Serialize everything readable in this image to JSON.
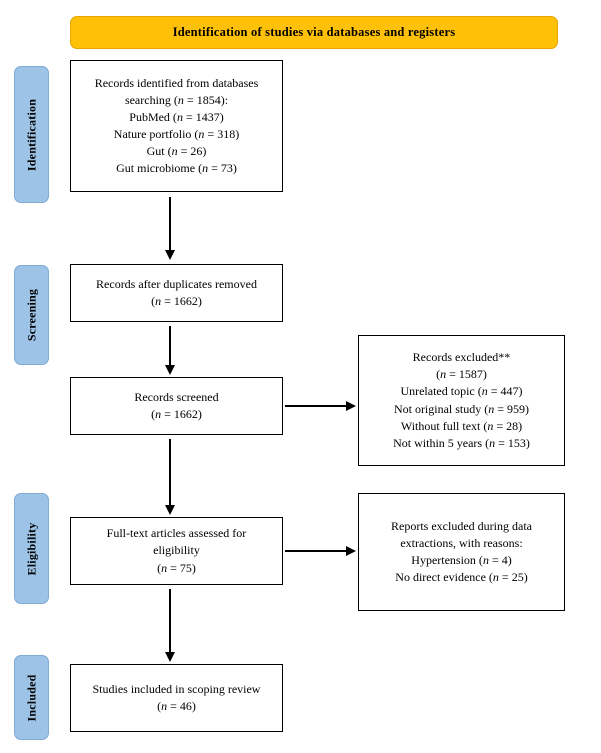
{
  "diagram": {
    "title": "Identification of studies via databases and registers",
    "type": "prisma-flow-diagram",
    "colors": {
      "banner_fill": "#FFC107",
      "banner_border": "#E8A400",
      "stage_fill": "#9DC3E6",
      "stage_border": "#7FABD4",
      "box_border": "#000000",
      "page_background": "#FFFFFF",
      "text": "#000000"
    }
  },
  "stages": [
    {
      "label": "Identification"
    },
    {
      "label": "Screening"
    },
    {
      "label": "Eligibility"
    },
    {
      "label": "Included"
    }
  ],
  "boxes": {
    "records_identified": {
      "text": "Records identified from databases\nsearching (n = 1854):\nPubMed (n = 1437)\nNature portfolio (n = 318)\nGut (n = 26)\nGut microbiome (n = 73)"
    },
    "duplicates_removed": {
      "text": "Records after duplicates removed\n(n = 1662)"
    },
    "records_screened": {
      "text": "Records screened\n(n = 1662)"
    },
    "records_excluded": {
      "text": "Records excluded**\n(n = 1587)\nUnrelated topic (n = 447)\nNot original study (n = 959)\nWithout full text (n = 28)\nNot within 5 years (n = 153)"
    },
    "fulltext_assessed": {
      "text": "Full-text articles assessed for\neligibility\n(n = 75)"
    },
    "reports_excluded": {
      "text": "Reports excluded during data\nextractions, with reasons:\nHypertension (n = 4)\nNo direct evidence (n = 25)"
    },
    "studies_included": {
      "text": "Studies included in scoping review\n(n = 46)"
    }
  },
  "chart_data": {
    "type": "diagram",
    "title": "Identification of studies via databases and registers",
    "nodes": [
      {
        "id": "records_identified",
        "stage": "Identification",
        "label": "Records identified from databases searching",
        "n": 1854,
        "breakdown": [
          {
            "source": "PubMed",
            "n": 1437
          },
          {
            "source": "Nature portfolio",
            "n": 318
          },
          {
            "source": "Gut",
            "n": 26
          },
          {
            "source": "Gut microbiome",
            "n": 73
          }
        ]
      },
      {
        "id": "duplicates_removed",
        "stage": "Screening",
        "label": "Records after duplicates removed",
        "n": 1662
      },
      {
        "id": "records_screened",
        "stage": "Screening",
        "label": "Records screened",
        "n": 1662
      },
      {
        "id": "records_excluded",
        "stage": "Screening",
        "label": "Records excluded**",
        "n": 1587,
        "breakdown": [
          {
            "reason": "Unrelated topic",
            "n": 447
          },
          {
            "reason": "Not original study",
            "n": 959
          },
          {
            "reason": "Without full text",
            "n": 28
          },
          {
            "reason": "Not within 5 years",
            "n": 153
          }
        ]
      },
      {
        "id": "fulltext_assessed",
        "stage": "Eligibility",
        "label": "Full-text articles assessed for eligibility",
        "n": 75
      },
      {
        "id": "reports_excluded",
        "stage": "Eligibility",
        "label": "Reports excluded during data extractions, with reasons",
        "breakdown": [
          {
            "reason": "Hypertension",
            "n": 4
          },
          {
            "reason": "No direct evidence",
            "n": 25
          }
        ]
      },
      {
        "id": "studies_included",
        "stage": "Included",
        "label": "Studies included in scoping review",
        "n": 46
      }
    ],
    "edges": [
      {
        "from": "records_identified",
        "to": "duplicates_removed",
        "direction": "down"
      },
      {
        "from": "duplicates_removed",
        "to": "records_screened",
        "direction": "down"
      },
      {
        "from": "records_screened",
        "to": "records_excluded",
        "direction": "right"
      },
      {
        "from": "records_screened",
        "to": "fulltext_assessed",
        "direction": "down"
      },
      {
        "from": "fulltext_assessed",
        "to": "reports_excluded",
        "direction": "right"
      },
      {
        "from": "fulltext_assessed",
        "to": "studies_included",
        "direction": "down"
      }
    ]
  }
}
